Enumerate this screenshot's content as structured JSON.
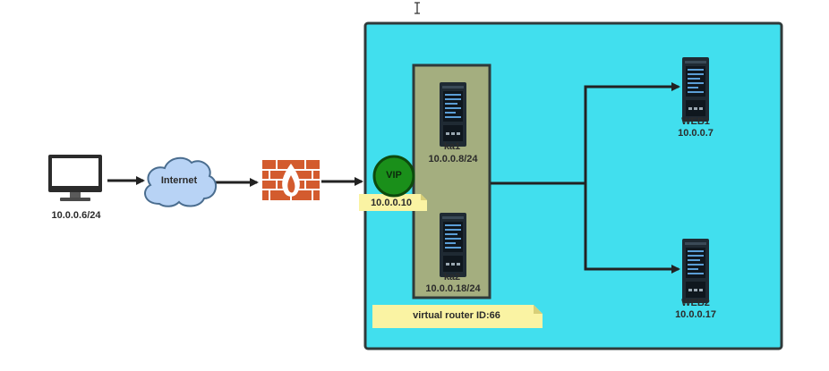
{
  "client": {
    "ip": "10.0.0.6/24",
    "icon": "monitor-icon"
  },
  "internet": {
    "label": "Internet",
    "icon": "cloud-icon"
  },
  "firewall": {
    "icon": "firewall-icon"
  },
  "vip": {
    "label": "VIP",
    "ip": "10.0.0.10"
  },
  "ka1": {
    "name": "ka1",
    "ip": "10.0.0.8/24",
    "icon": "server-icon"
  },
  "ka2": {
    "name": "ka2",
    "ip": "10.0.0.18/24",
    "icon": "server-icon"
  },
  "vrouter": {
    "label": "virtual router ID:66"
  },
  "web1": {
    "name": "WEB1",
    "ip": "10.0.0.7",
    "icon": "server-icon"
  },
  "web2": {
    "name": "WEB2",
    "ip": "10.0.0.17",
    "icon": "server-icon"
  },
  "colors": {
    "network_zone": "#41dfee",
    "ha_group": "#a4ae7f",
    "vip_circle": "#1a8f1a",
    "note": "#faf3a3",
    "firewall": "#d35b2e",
    "cloud": "#b8d3f5"
  }
}
